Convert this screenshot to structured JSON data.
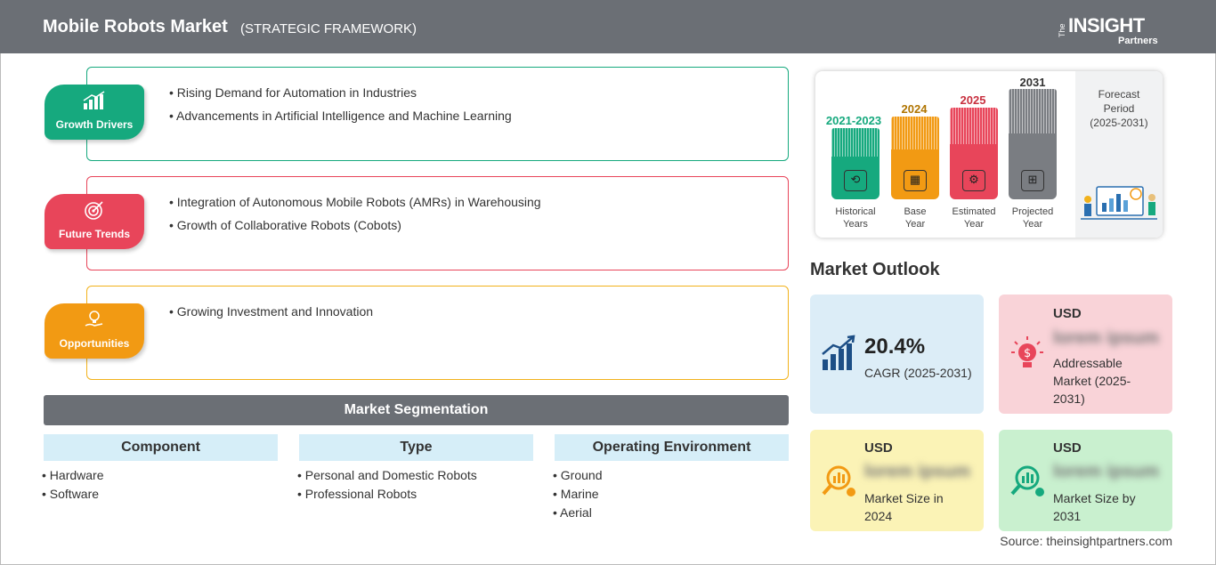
{
  "header": {
    "title": "Mobile Robots Market",
    "subtitle": "(STRATEGIC FRAMEWORK)",
    "logo_the": "The",
    "logo_main": "INSIGHT",
    "logo_sub": "Partners"
  },
  "framework": [
    {
      "label": "Growth Drivers",
      "color": "#16a97e",
      "icon": "growth-chart-icon",
      "items": [
        "Rising Demand for Automation in Industries",
        "Advancements in Artificial Intelligence and Machine Learning"
      ]
    },
    {
      "label": "Future Trends",
      "color": "#e8455a",
      "icon": "target-icon",
      "items": [
        "Integration of Autonomous Mobile Robots (AMRs) in Warehousing",
        "Growth of Collaborative Robots (Cobots)"
      ]
    },
    {
      "label": "Opportunities",
      "color": "#f29a13",
      "icon": "lightbulb-hand-icon",
      "items": [
        "Growing Investment and Innovation"
      ]
    }
  ],
  "segmentation": {
    "title": "Market Segmentation",
    "columns": [
      {
        "heading": "Component",
        "items": [
          "Hardware",
          "Software"
        ]
      },
      {
        "heading": "Type",
        "items": [
          "Personal and Domestic Robots",
          "Professional Robots"
        ]
      },
      {
        "heading": "Operating Environment",
        "items": [
          "Ground",
          "Marine",
          "Aerial"
        ]
      }
    ]
  },
  "timeline": [
    {
      "year": "2021-2023",
      "label_line1": "Historical",
      "label_line2": "Years",
      "color": "#16a97e",
      "icon": "history-icon"
    },
    {
      "year": "2024",
      "label_line1": "Base",
      "label_line2": "Year",
      "color": "#f29a13",
      "icon": "calendar-icon"
    },
    {
      "year": "2025",
      "label_line1": "Estimated",
      "label_line2": "Year",
      "color": "#e8455a",
      "icon": "estimate-icon"
    },
    {
      "year": "2031",
      "label_line1": "Projected",
      "label_line2": "Year",
      "color": "#7a7d82",
      "icon": "projection-board-icon"
    }
  ],
  "forecast": {
    "line1": "Forecast",
    "line2": "Period",
    "line3": "(2025-2031)"
  },
  "outlook": {
    "title": "Market Outlook",
    "cagr_value": "20.4%",
    "cagr_label": "CAGR (2025-2031)",
    "addressable_usd": "USD",
    "addressable_blur": "lorem ipsum",
    "addressable_label": "Addressable Market (2025-2031)",
    "size2024_usd": "USD",
    "size2024_blur": "lorem ipsum",
    "size2024_label": "Market Size in 2024",
    "size2031_usd": "USD",
    "size2031_blur": "lorem ipsum",
    "size2031_label": "Market Size by 2031",
    "colors": {
      "cagr": "#dcedf7",
      "addressable": "#f9d3d8",
      "size2024": "#fbf3b6",
      "size2031": "#c9f0cf"
    }
  },
  "source": "Source: theinsightpartners.com"
}
